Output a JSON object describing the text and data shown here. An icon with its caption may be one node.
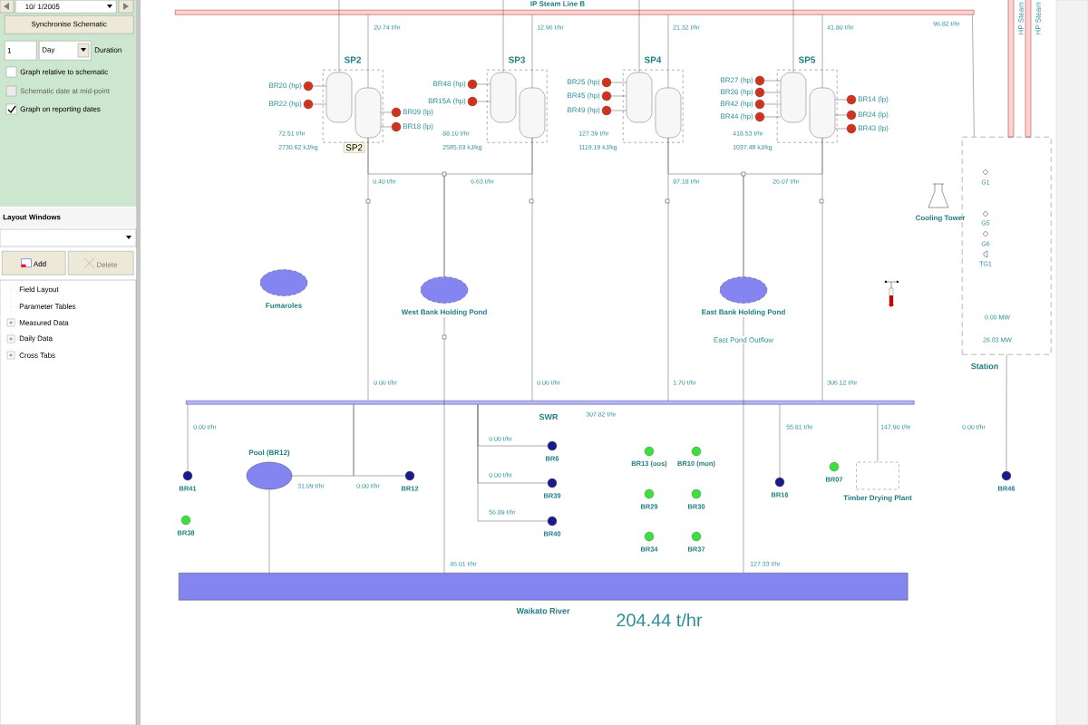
{
  "diagram": {
    "nodes": [
      {
        "text": [
          "IP Steam Line B"
        ]
      },
      {
        "text": [
          "HP Steam"
        ]
      },
      {
        "text": [
          "HP Steam"
        ]
      },
      {
        "text": [
          "SP2"
        ],
        "beside": [
          "72.51 t/hr",
          "2730.62 kJ/kg"
        ]
      },
      {
        "text": [],
        "shape": "cylinder",
        "in": 3
      },
      {
        "text": [],
        "shape": "cylinder",
        "in": 3
      },
      {
        "text": [
          "BR20 (hp)"
        ]
      },
      {
        "text": [
          "BR22 (hp)"
        ]
      },
      {
        "text": [
          "BR09 (lp)"
        ]
      },
      {
        "text": [
          "BR18 (lp)"
        ]
      },
      {
        "text": [
          "SP3"
        ],
        "beside": [
          "88.10 t/hr",
          "2585.03 kJ/kg"
        ]
      },
      {
        "text": [],
        "shape": "cylinder",
        "in": 10
      },
      {
        "text": [],
        "shape": "cylinder",
        "in": 10
      },
      {
        "text": [
          "BR48 (hp)"
        ]
      },
      {
        "text": [
          "BR15A (hp)"
        ]
      },
      {
        "text": [
          "SP4"
        ],
        "beside": [
          "127.39 t/hr",
          "1119.19 kJ/kg"
        ]
      },
      {
        "text": [],
        "shape": "cylinder",
        "in": 15
      },
      {
        "text": [],
        "shape": "cylinder",
        "in": 15
      },
      {
        "text": [
          "BR25 (hp)"
        ]
      },
      {
        "text": [
          "BR45 (hp)"
        ]
      },
      {
        "text": [
          "BR49 (hp)"
        ]
      },
      {
        "text": [
          "SP5"
        ],
        "beside": [
          "418.53 t/hr",
          "1037.48 kJ/kg"
        ]
      },
      {
        "text": [],
        "shape": "cylinder",
        "in": 21
      },
      {
        "text": [],
        "shape": "cylinder",
        "in": 21
      },
      {
        "text": [
          "BR27 (hp)"
        ]
      },
      {
        "text": [
          "BR36 (hp)"
        ]
      },
      {
        "text": [
          "BR42 (hp)"
        ]
      },
      {
        "text": [
          "BR44 (hp)"
        ]
      },
      {
        "text": [
          "BR14 (lp)"
        ]
      },
      {
        "text": [
          "BR24 (lp)"
        ]
      },
      {
        "text": [
          "BR43 (lp)"
        ]
      },
      {
        "text": [
          "G1",
          "G5",
          "G6",
          "TG1",
          "0.00 MW",
          "26.83 MW",
          "Station"
        ]
      },
      {
        "text": [
          "Cooling Tower"
        ]
      },
      {
        "text": [
          "Fumaroles"
        ]
      },
      {
        "text": [
          "West Bank Holding Pond"
        ]
      },
      {
        "text": [
          "East Bank Holding Pond"
        ]
      },
      {
        "text": [
          "East Pond Outflow"
        ]
      },
      {
        "text": [
          "SWR"
        ],
        "beside": [
          "307.82 t/hr"
        ]
      },
      {
        "text": [
          "BR41"
        ]
      },
      {
        "text": [
          "Pool (BR12)"
        ]
      },
      {
        "text": [
          "BR12"
        ]
      },
      {
        "text": [
          "BR6"
        ]
      },
      {
        "text": [
          "BR39"
        ]
      },
      {
        "text": [
          "BR40"
        ]
      },
      {
        "text": [
          "BR16"
        ]
      },
      {
        "text": [
          "Timber Drying Plant"
        ]
      },
      {
        "text": [
          "BR46"
        ]
      },
      {
        "text": [
          "BR38"
        ]
      },
      {
        "text": [
          "BR13 (oos)"
        ]
      },
      {
        "text": [
          "BR10 (mon)"
        ]
      },
      {
        "text": [
          "BR29"
        ]
      },
      {
        "text": [
          "BR30"
        ]
      },
      {
        "text": [
          "BR34"
        ]
      },
      {
        "text": [
          "BR37"
        ]
      },
      {
        "text": [
          "BR07"
        ]
      },
      {
        "text": [
          "Waikato River"
        ],
        "beside": [
          "204.44 t/hr"
        ]
      }
    ],
    "edges": [
      {
        "from": 4,
        "to": null,
        "arrow": "none"
      },
      {
        "from": 11,
        "to": null,
        "arrow": "none"
      },
      {
        "from": 16,
        "to": null,
        "arrow": "none"
      },
      {
        "from": 22,
        "to": null,
        "arrow": "none"
      },
      {
        "from": 0,
        "to": 5,
        "arrow": "none",
        "label": "20.74 t/hr"
      },
      {
        "from": 0,
        "to": 12,
        "arrow": "none",
        "label": "12.96 t/hr"
      },
      {
        "from": 0,
        "to": 17,
        "arrow": "none",
        "label": "21.32 t/hr"
      },
      {
        "from": 0,
        "to": 23,
        "arrow": "none",
        "label": "41.80 t/hr"
      },
      {
        "from": 6,
        "to": 4,
        "arrow": "none"
      },
      {
        "from": 7,
        "to": 4,
        "arrow": "none"
      },
      {
        "from": 8,
        "to": 5,
        "arrow": "none"
      },
      {
        "from": 9,
        "to": 5,
        "arrow": "none"
      },
      {
        "from": 13,
        "to": 11,
        "arrow": "none"
      },
      {
        "from": 14,
        "to": 11,
        "arrow": "none"
      },
      {
        "from": 18,
        "to": 16,
        "arrow": "none"
      },
      {
        "from": 19,
        "to": 16,
        "arrow": "none"
      },
      {
        "from": 20,
        "to": 16,
        "arrow": "none"
      },
      {
        "from": 24,
        "to": 22,
        "arrow": "none"
      },
      {
        "from": 25,
        "to": 22,
        "arrow": "none"
      },
      {
        "from": 26,
        "to": 22,
        "arrow": "none"
      },
      {
        "from": 27,
        "to": 22,
        "arrow": "none"
      },
      {
        "from": 28,
        "to": 23,
        "arrow": "none"
      },
      {
        "from": 29,
        "to": 23,
        "arrow": "none"
      },
      {
        "from": 30,
        "to": 23,
        "arrow": "none"
      },
      {
        "from": 5,
        "to": 34,
        "arrow": "none",
        "label": "0.40 t/hr"
      },
      {
        "from": 12,
        "to": 34,
        "arrow": "none",
        "label": "6.63 t/hr"
      },
      {
        "from": 5,
        "to": 37,
        "arrow": "none",
        "label": "0.00 t/hr"
      },
      {
        "from": 12,
        "to": 37,
        "arrow": "none",
        "label": "0.00 t/hr"
      },
      {
        "from": 34,
        "to": 55,
        "arrow": "none",
        "label": "46.01 t/hr"
      },
      {
        "from": 17,
        "to": 35,
        "arrow": "none",
        "label": "87.18 t/hr"
      },
      {
        "from": 23,
        "to": 35,
        "arrow": "none",
        "label": "26.07 t/hr"
      },
      {
        "from": 17,
        "to": 37,
        "arrow": "none",
        "label": "1.70 t/hr"
      },
      {
        "from": 23,
        "to": 37,
        "arrow": "none",
        "label": "306.12 t/hr"
      },
      {
        "from": 35,
        "to": 36,
        "arrow": "none"
      },
      {
        "from": 36,
        "to": 55,
        "arrow": "none",
        "label": "127.33 t/hr"
      },
      {
        "from": 0,
        "to": 31,
        "arrow": "none",
        "label": "96.82 t/hr"
      },
      {
        "from": 31,
        "to": 46,
        "arrow": "none",
        "label": "0.00 t/hr"
      },
      {
        "from": 37,
        "to": 38,
        "arrow": "none",
        "label": "0.00 t/hr"
      },
      {
        "from": 37,
        "to": 39,
        "arrow": "none",
        "label": "31.09 t/hr"
      },
      {
        "from": 37,
        "to": 40,
        "arrow": "none",
        "label": "0.00 t/hr"
      },
      {
        "from": 37,
        "to": 41,
        "arrow": "none",
        "label": "0.00 t/hr"
      },
      {
        "from": 37,
        "to": 42,
        "arrow": "none",
        "label": "0.00 t/hr"
      },
      {
        "from": 37,
        "to": 43,
        "arrow": "none",
        "label": "56.89 t/hr"
      },
      {
        "from": 37,
        "to": 44,
        "arrow": "none",
        "label": "55.81 t/hr"
      },
      {
        "from": 37,
        "to": 45,
        "arrow": "none",
        "label": "147.90 t/hr"
      },
      {
        "from": 39,
        "to": 55,
        "arrow": "none"
      }
    ],
    "labels": [
      "10/ 1/2005",
      "Synchronise Schematic",
      "1",
      "Day",
      "Duration",
      "Graph relative to schematic",
      "Schematic date at mid-point",
      "Graph on reporting dates",
      "Layout Windows",
      "Add",
      "Delete",
      "Field Layout",
      "Parameter Tables",
      "Measured Data",
      "Daily Data",
      "Cross Tabs",
      "SP2"
    ]
  }
}
